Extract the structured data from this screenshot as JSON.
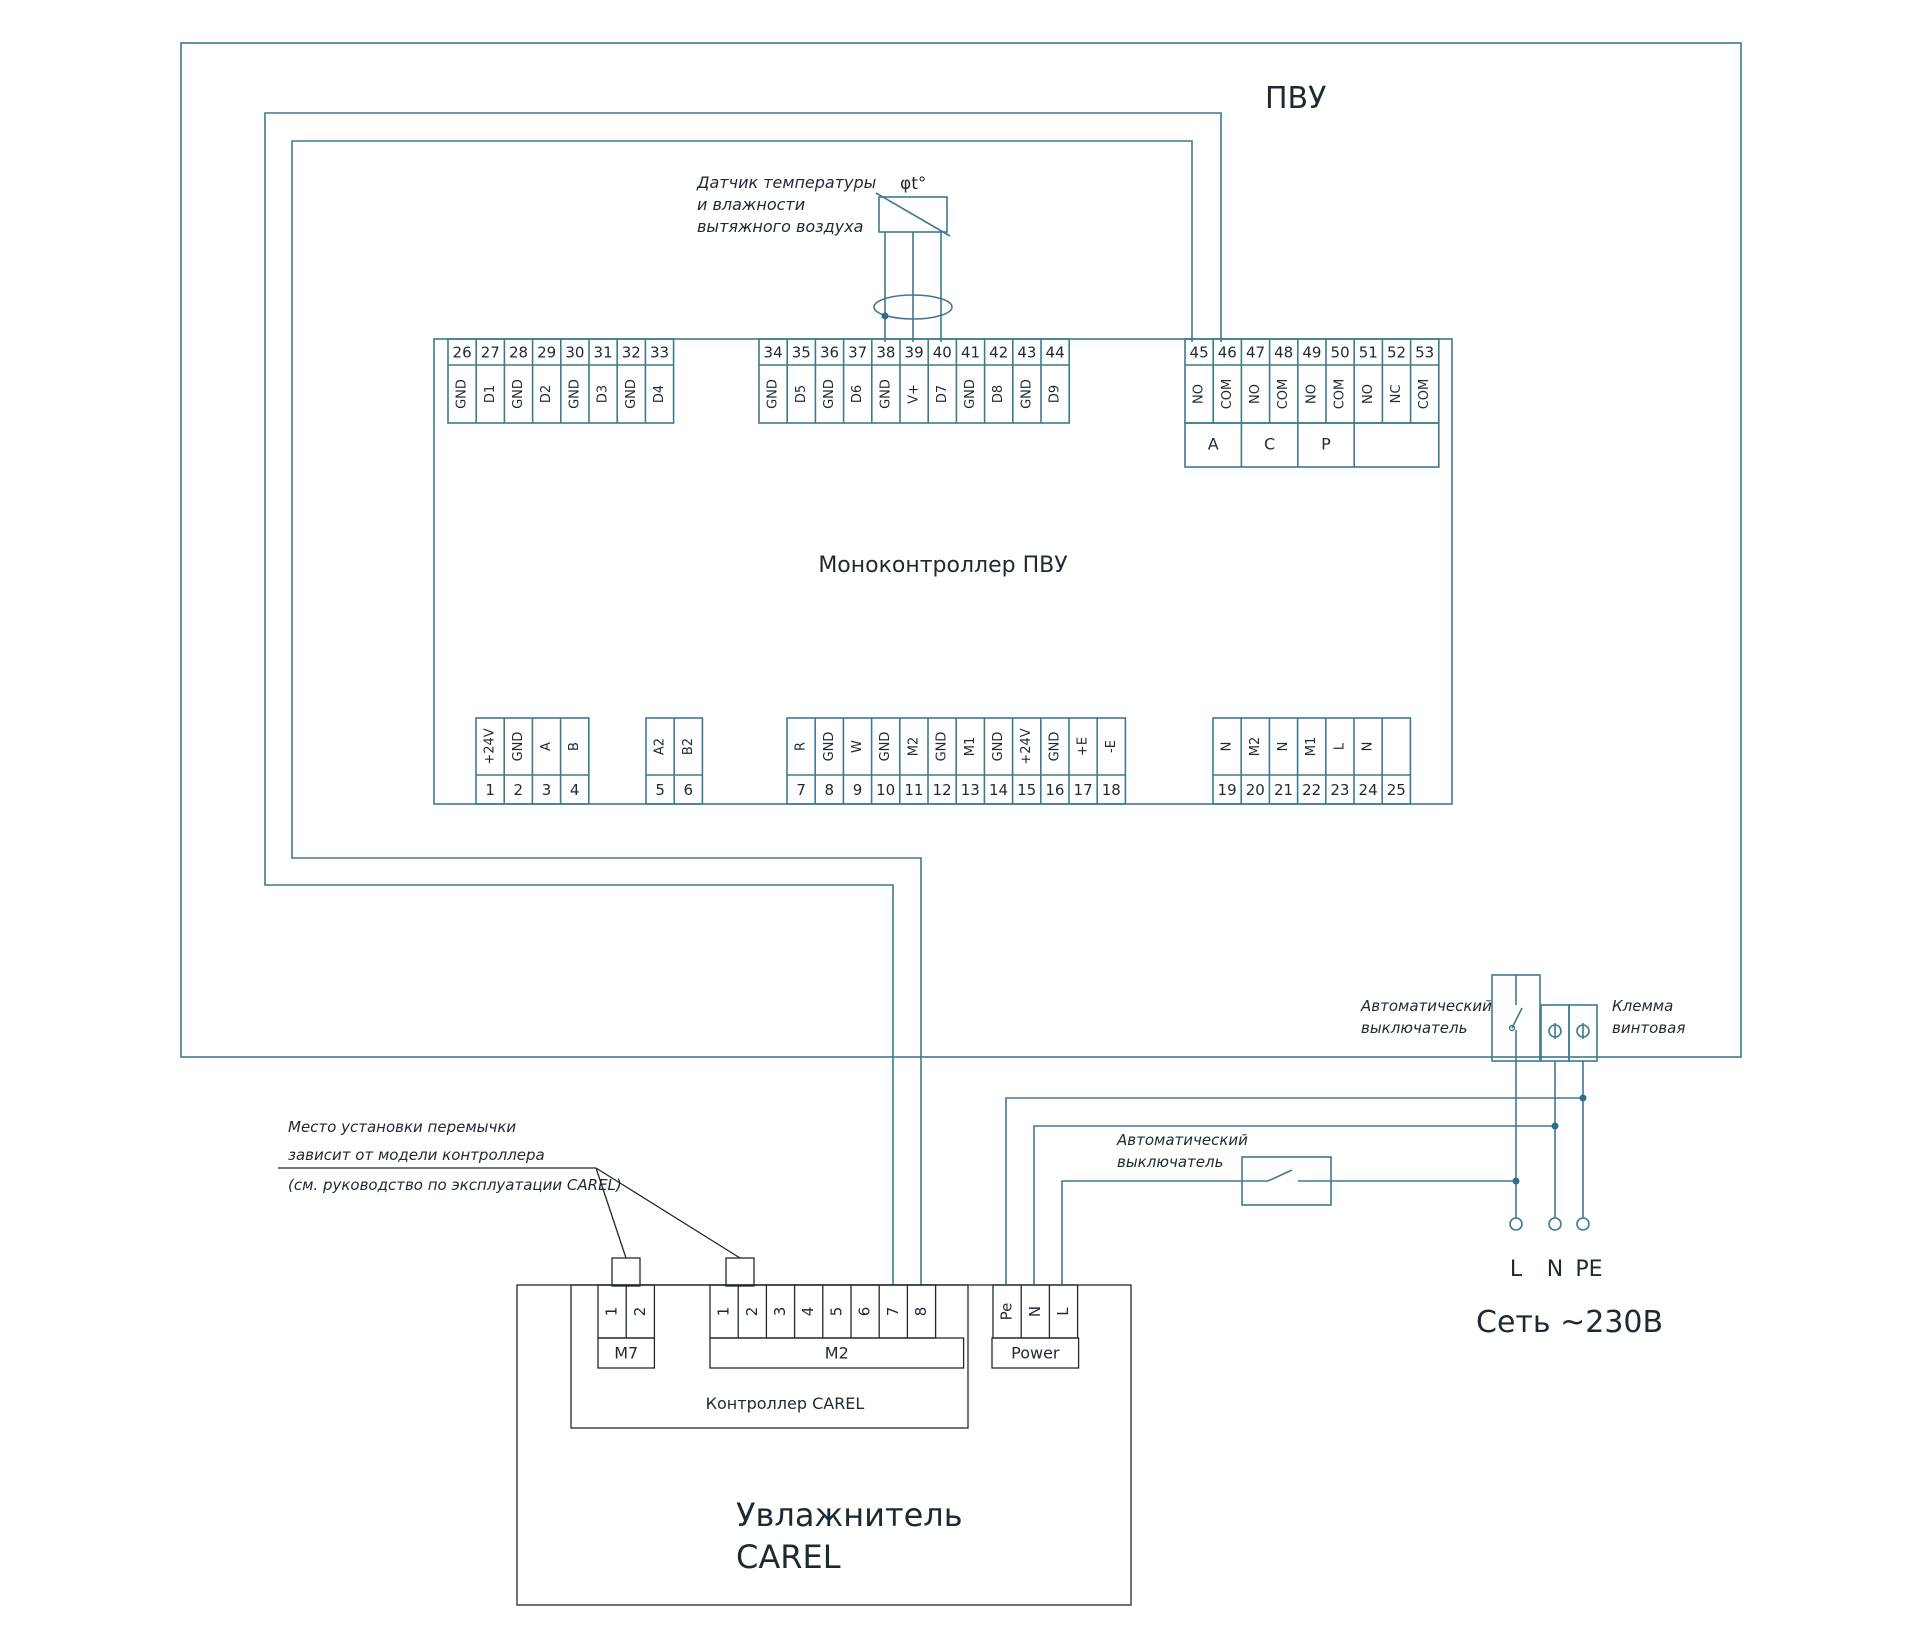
{
  "title": "ПВУ",
  "sensor": {
    "lines": [
      "Датчик температуры",
      "и влажности",
      "вытяжного воздуха"
    ],
    "symbol": "φt°"
  },
  "controller": {
    "label": "Моноконтроллер ПВУ",
    "top_left": {
      "numbers": [
        "26",
        "27",
        "28",
        "29",
        "30",
        "31",
        "32",
        "33"
      ],
      "labels": [
        "GND",
        "D1",
        "GND",
        "D2",
        "GND",
        "D3",
        "GND",
        "D4"
      ]
    },
    "top_mid": {
      "numbers": [
        "34",
        "35",
        "36",
        "37",
        "38",
        "39",
        "40",
        "41",
        "42",
        "43",
        "44"
      ],
      "labels": [
        "GND",
        "D5",
        "GND",
        "D6",
        "GND",
        "V+",
        "D7",
        "GND",
        "D8",
        "GND",
        "D9"
      ]
    },
    "top_right": {
      "numbers": [
        "45",
        "46",
        "47",
        "48",
        "49",
        "50",
        "51",
        "52",
        "53"
      ],
      "labels": [
        "NO",
        "COM",
        "NO",
        "COM",
        "NO",
        "COM",
        "NO",
        "NC",
        "COM"
      ],
      "groups": [
        "A",
        "C",
        "P",
        ""
      ]
    },
    "bot_a": {
      "numbers": [
        "1",
        "2",
        "3",
        "4"
      ],
      "labels": [
        "+24V",
        "GND",
        "A",
        "B"
      ]
    },
    "bot_b": {
      "numbers": [
        "5",
        "6"
      ],
      "labels": [
        "A2",
        "B2"
      ]
    },
    "bot_c": {
      "numbers": [
        "7",
        "8",
        "9",
        "10",
        "11",
        "12",
        "13",
        "14",
        "15",
        "16",
        "17",
        "18"
      ],
      "labels": [
        "R",
        "GND",
        "W",
        "GND",
        "M2",
        "GND",
        "M1",
        "GND",
        "+24V",
        "GND",
        "+E",
        "-E"
      ]
    },
    "bot_d": {
      "numbers": [
        "19",
        "20",
        "21",
        "22",
        "23",
        "24",
        "25"
      ],
      "labels": [
        "N",
        "M2",
        "N",
        "M1",
        "L",
        "N",
        ""
      ]
    }
  },
  "breaker_top_label": [
    "Автоматический",
    "выключатель"
  ],
  "terminal_label": [
    "Клемма",
    "винтовая"
  ],
  "breaker_mid_label": [
    "Автоматический",
    "выключатель"
  ],
  "network": {
    "terminals": [
      "L",
      "N",
      "PE"
    ],
    "label": "Сеть ~230В"
  },
  "jumper_note": [
    "Место установки перемычки",
    "зависит от модели контроллера",
    "(см. руководство по эксплуатации CAREL)"
  ],
  "humidifier": {
    "title": [
      "Увлажнитель",
      "CAREL"
    ],
    "controller_label": "Контроллер CAREL",
    "m7": {
      "pins": [
        "1",
        "2"
      ],
      "name": "M7"
    },
    "m2": {
      "pins": [
        "1",
        "2",
        "3",
        "4",
        "5",
        "6",
        "7",
        "8"
      ],
      "name": "M2"
    },
    "power": {
      "pins": [
        "Pe",
        "N",
        "L"
      ],
      "name": "Power"
    }
  },
  "colors": {
    "wire": "#3d7a90",
    "line": "#1e2a33"
  }
}
